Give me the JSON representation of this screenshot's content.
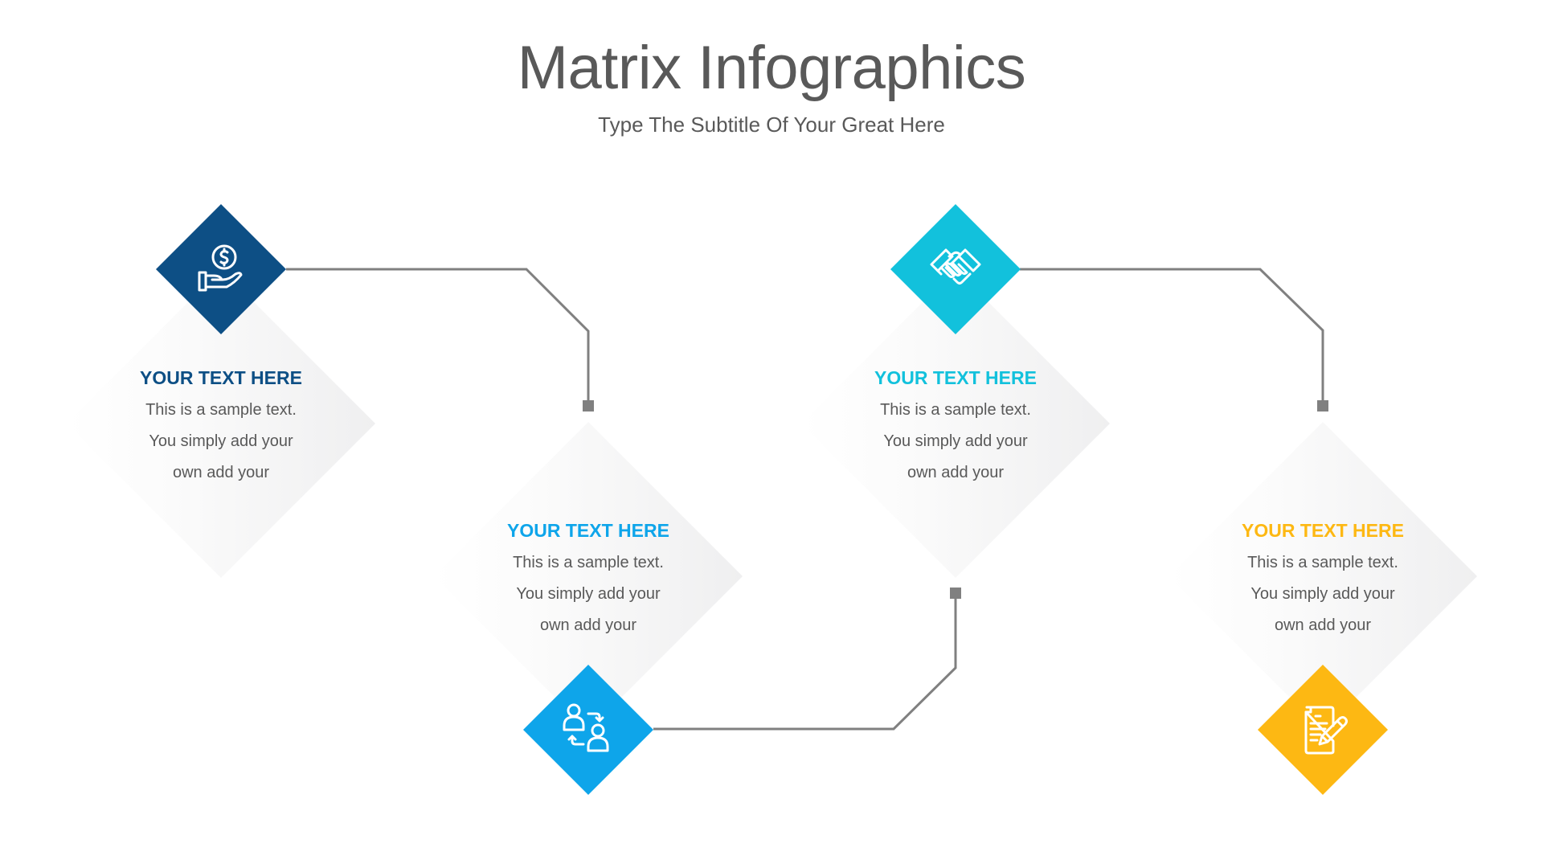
{
  "header": {
    "title": "Matrix Infographics",
    "subtitle": "Type The Subtitle Of Your Great Here"
  },
  "colors": {
    "step1": "#0d4f85",
    "step2": "#0ea5ea",
    "step3": "#12c1dc",
    "step4": "#fdb813",
    "connector": "#808080",
    "body_text": "#595959"
  },
  "steps": [
    {
      "icon": "money-hand-icon",
      "heading": "YOUR TEXT HERE",
      "lines": [
        "This is a sample text.",
        "You simply add your",
        "own add your"
      ]
    },
    {
      "icon": "user-exchange-icon",
      "heading": "YOUR TEXT HERE",
      "lines": [
        "This is a sample text.",
        "You simply add your",
        "own add your"
      ]
    },
    {
      "icon": "handshake-icon",
      "heading": "YOUR TEXT HERE",
      "lines": [
        "This is a sample text.",
        "You simply add your",
        "own add your"
      ]
    },
    {
      "icon": "document-pen-icon",
      "heading": "YOUR TEXT HERE",
      "lines": [
        "This is a sample text.",
        "You simply add your",
        "own add your"
      ]
    }
  ]
}
